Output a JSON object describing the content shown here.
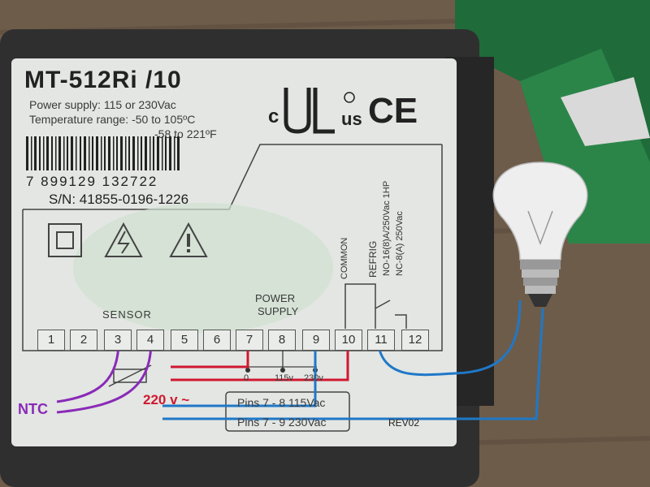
{
  "label": {
    "model": "MT-512Ri /10",
    "power_supply": "Power supply: 115 or 230Vac",
    "temp_range": "Temperature range: -50 to 105ºC",
    "temp_range_f": "-58 to 221ºF",
    "barcode_number": "7 899129 132722",
    "serial": "S/N: 41855-0196-1226",
    "cert_c": "c",
    "cert_us": "us",
    "ce": "CE",
    "sensor": "SENSOR",
    "power_supply_line1": "POWER",
    "power_supply_line2": "SUPPLY",
    "common": "COMMON",
    "refrig": "REFRIG",
    "no_rating": "NO-16(8)A/250Vac 1HP",
    "nc_rating": "NC-8(A) 250Vac",
    "terminals": [
      "1",
      "2",
      "3",
      "4",
      "5",
      "6",
      "7",
      "8",
      "9",
      "10",
      "11",
      "12"
    ],
    "voltage_0": "0",
    "voltage_115": "115v",
    "voltage_230": "230v",
    "pins_115": "Pins 7 - 8 115Vac",
    "pins_230": "Pins 7 - 9 230Vac",
    "revision": "REV02"
  },
  "annotations": {
    "ntc": "NTC",
    "supply_220": "220 v ~"
  },
  "colors": {
    "label_bg": "#e3e6e2",
    "device_body": "#2f2f2f",
    "ntc_wire": "#8a2ab8",
    "power_wire": "#d01830",
    "load_wire": "#1f78c8",
    "box_green": "#1f6b3a"
  },
  "icons": [
    "standby-square-icon",
    "electric-shock-warning-icon",
    "exclamation-warning-icon",
    "thermistor-icon",
    "light-bulb-icon"
  ]
}
